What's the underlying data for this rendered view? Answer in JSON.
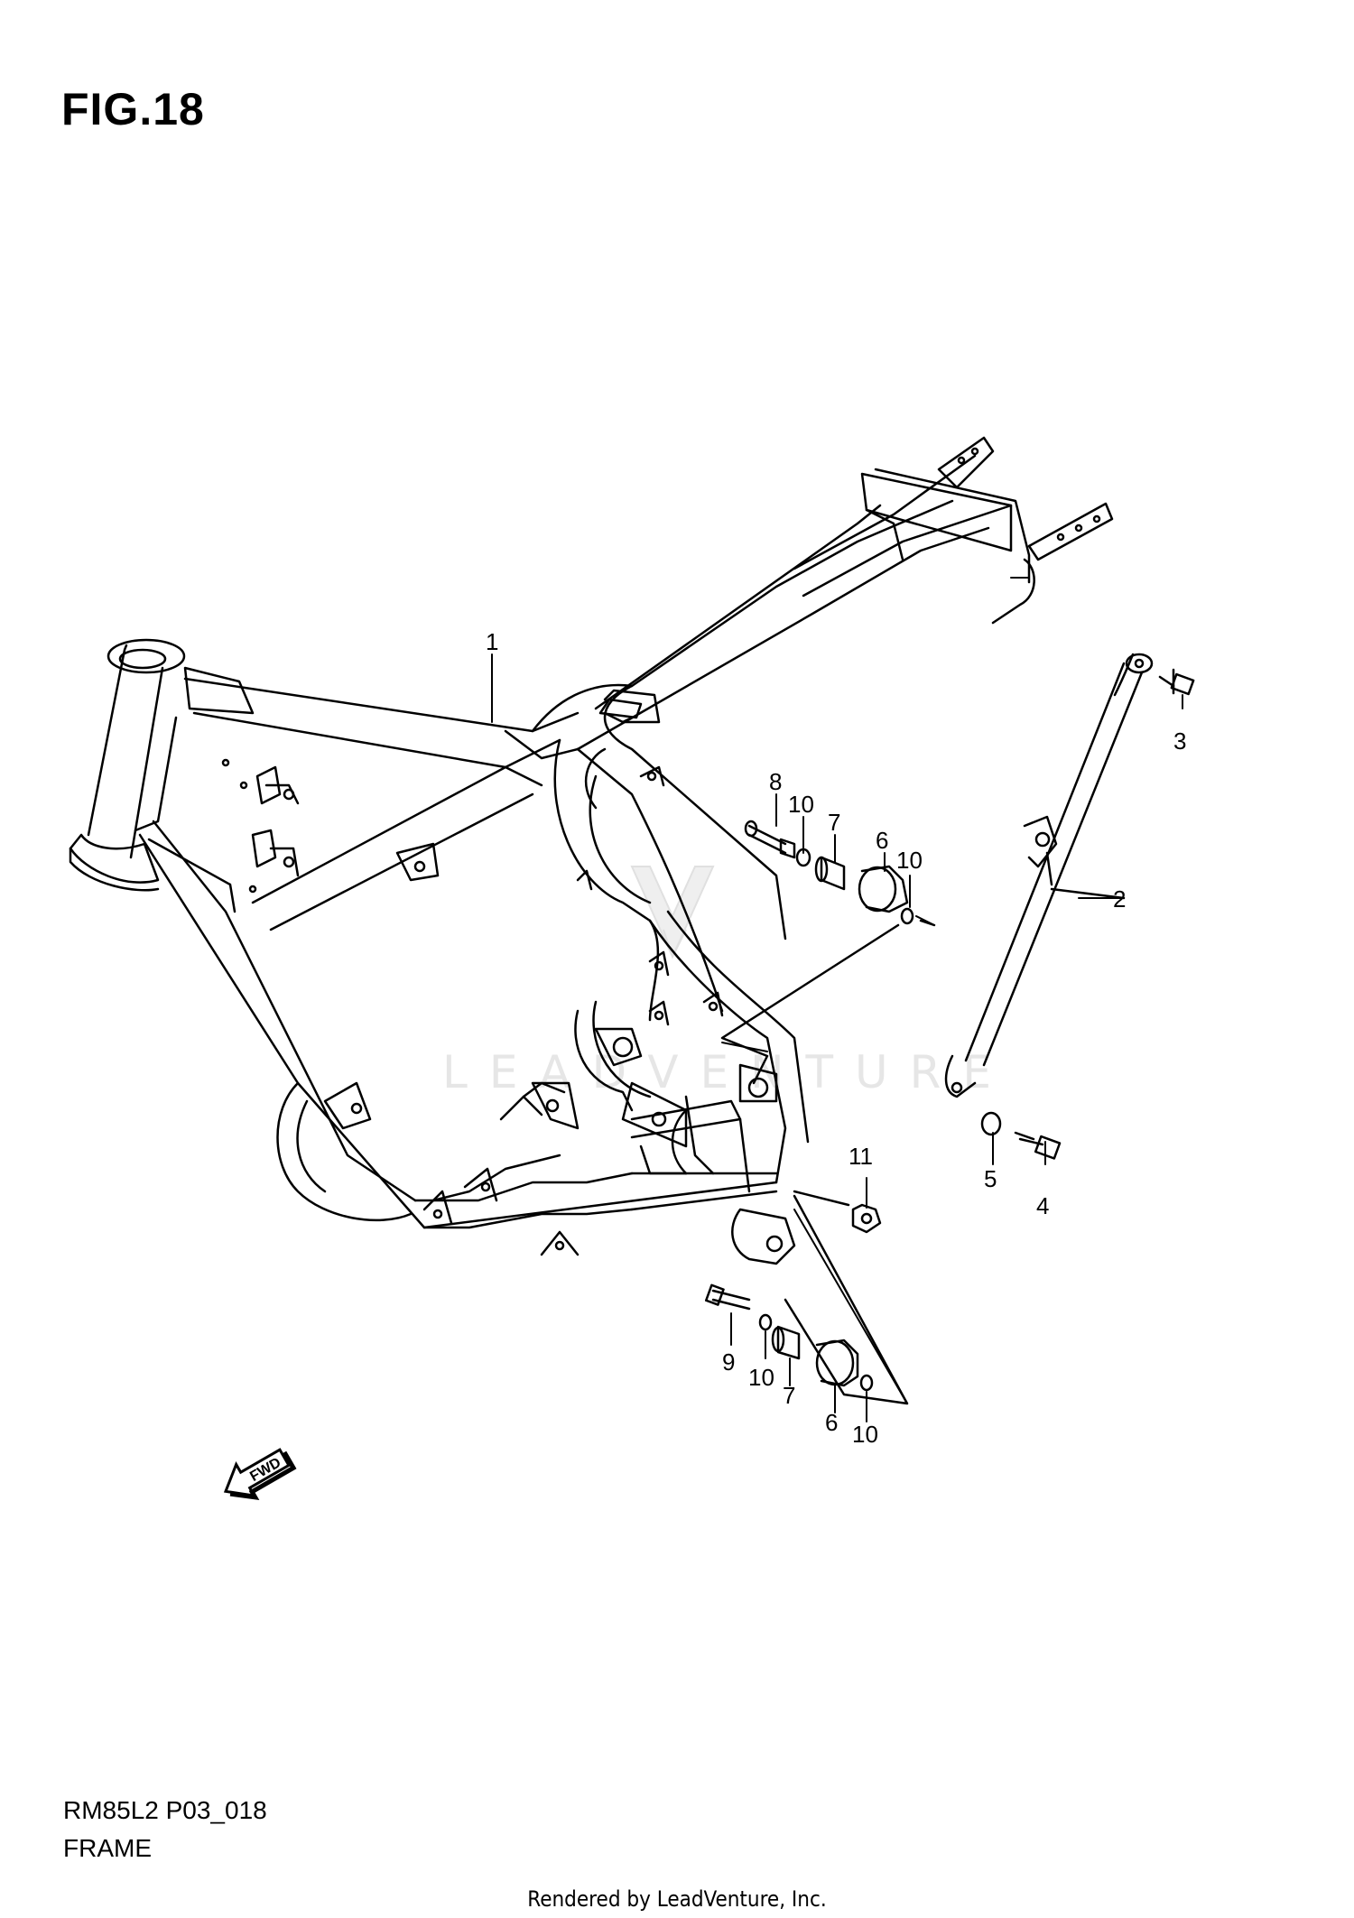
{
  "figure": {
    "title": "FIG.18"
  },
  "watermark": {
    "text": "LEADVENTURE"
  },
  "callouts": [
    {
      "id": "c1",
      "label": "1"
    },
    {
      "id": "c2",
      "label": "2"
    },
    {
      "id": "c3",
      "label": "3"
    },
    {
      "id": "c4",
      "label": "4"
    },
    {
      "id": "c5",
      "label": "5"
    },
    {
      "id": "c6a",
      "label": "6"
    },
    {
      "id": "c6b",
      "label": "6"
    },
    {
      "id": "c7a",
      "label": "7"
    },
    {
      "id": "c7b",
      "label": "7"
    },
    {
      "id": "c8",
      "label": "8"
    },
    {
      "id": "c9",
      "label": "9"
    },
    {
      "id": "c10a",
      "label": "10"
    },
    {
      "id": "c10b",
      "label": "10"
    },
    {
      "id": "c10c",
      "label": "10"
    },
    {
      "id": "c10d",
      "label": "10"
    },
    {
      "id": "c11",
      "label": "11"
    }
  ],
  "fwd_badge": {
    "text": "FWD"
  },
  "diagram_code": "RM85L2 P03_018",
  "diagram_name": "FRAME",
  "footer": "Rendered by LeadVenture, Inc."
}
